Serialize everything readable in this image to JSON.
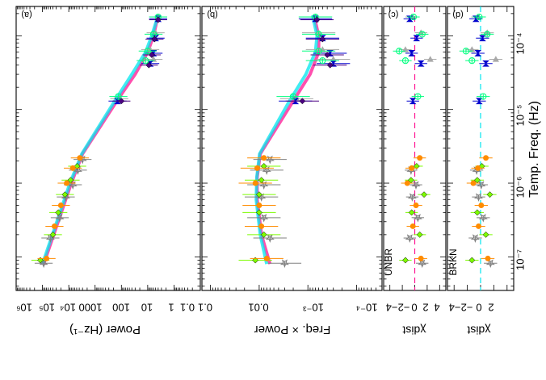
{
  "chart_data": [
    {
      "type": "scatter",
      "panel_label": "(a)",
      "ylabel": "Power (Hz⁻¹)",
      "xlabel": "Temp. Freq. (Hz)",
      "log_x": true,
      "log_y": true,
      "xlim": [
        3.5e-08,
        0.00025
      ],
      "ylim": [
        0.1,
        1000000
      ],
      "y_tick_labels": [
        "0.1",
        "1",
        "10",
        "100",
        "1000",
        "10⁴",
        "10⁵",
        "10⁶"
      ],
      "x_tick_labels": [
        "10⁻⁷",
        "10⁻⁶",
        "10⁻⁵",
        "10⁻⁴"
      ],
      "series": [
        {
          "color": "#808080",
          "marker": "star",
          "x": [
            8.2e-08,
            1.8e-07,
            3.4e-07,
            6.5e-07,
            9.5e-07,
            1.5e-06,
            2.1e-06
          ],
          "y": [
            90000,
            50000,
            22000,
            13000,
            7000,
            4500,
            3000
          ]
        },
        {
          "color": "#7cfc00",
          "marker": "diamond",
          "x": [
            9e-08,
            2e-07,
            4e-07,
            7e-07,
            1.1e-06,
            1.7e-06
          ],
          "y": [
            120000,
            40000,
            25000,
            14000,
            8500,
            4800
          ]
        },
        {
          "color": "#ff8c00",
          "marker": "circle",
          "x": [
            9.5e-08,
            2.6e-07,
            5e-07,
            1e-06,
            1.6e-06,
            2.2e-06
          ],
          "y": [
            70000,
            35000,
            20000,
            12000,
            7000,
            3800
          ]
        },
        {
          "color": "#a9a9a9",
          "marker": "triangle",
          "x": [
            1.4e-05,
            4.8e-05,
            6.5e-05,
            0.00011,
            0.00018
          ],
          "y": [
            120,
            6,
            8,
            5,
            4
          ]
        },
        {
          "color": "#0000cd",
          "marker": "bowtie",
          "x": [
            1.3e-05,
            4.2e-05,
            5.8e-05,
            9.3e-05,
            0.00017
          ],
          "y": [
            140,
            8,
            6,
            5,
            4
          ]
        },
        {
          "color": "#00ff7f",
          "marker": "circle-open",
          "x": [
            1.5e-05,
            4.6e-05,
            6.2e-05,
            0.000105,
            0.00018
          ],
          "y": [
            130,
            12,
            10,
            6,
            4
          ]
        },
        {
          "color": "#4b0082",
          "marker": "diamond",
          "x": [
            1.3e-05,
            4e-05,
            5.5e-05,
            9e-05,
            0.000165
          ],
          "y": [
            100,
            9,
            7,
            5.5,
            4
          ]
        }
      ],
      "models": [
        {
          "color": "#ff1493",
          "x": [
            8e-08,
            1e-06,
            2.5e-06,
            1.3e-05,
            3e-05,
            6e-05,
            0.0001,
            0.00019
          ],
          "y": [
            90000,
            8000,
            3000,
            150,
            30,
            10,
            6,
            4
          ]
        },
        {
          "color": "#00e5ee",
          "x": [
            8e-08,
            1e-06,
            2.5e-06,
            1.3e-05,
            3e-05,
            6e-05,
            0.0001,
            0.00019
          ],
          "y": [
            100000,
            9000,
            3200,
            180,
            40,
            12,
            7,
            4
          ]
        }
      ]
    },
    {
      "type": "scatter",
      "panel_label": "(b)",
      "ylabel": "Freq. × Power",
      "log_x": true,
      "log_y": true,
      "xlim": [
        3.5e-08,
        0.00025
      ],
      "ylim": [
        3e-05,
        0.15
      ],
      "y_tick_labels": [
        "10⁻⁴",
        "10⁻³",
        "0.01",
        "0.1"
      ],
      "series": [
        {
          "color": "#808080",
          "marker": "star",
          "x": [
            8.2e-08,
            1.8e-07,
            3.4e-07,
            6.5e-07,
            9.5e-07,
            1.5e-06,
            2.1e-06
          ],
          "y": [
            0.003,
            0.006,
            0.008,
            0.009,
            0.008,
            0.007,
            0.006
          ]
        },
        {
          "color": "#7cfc00",
          "marker": "diamond",
          "x": [
            9e-08,
            2e-07,
            4e-07,
            7e-07,
            1.1e-06,
            1.7e-06
          ],
          "y": [
            0.012,
            0.008,
            0.01,
            0.01,
            0.009,
            0.008
          ]
        },
        {
          "color": "#ff8c00",
          "marker": "circle",
          "x": [
            9.5e-08,
            2.6e-07,
            5e-07,
            1e-06,
            1.6e-06,
            2.2e-06
          ],
          "y": [
            0.007,
            0.009,
            0.01,
            0.012,
            0.011,
            0.008
          ]
        },
        {
          "color": "#a9a9a9",
          "marker": "triangle",
          "x": [
            1.4e-05,
            4.8e-05,
            6.5e-05,
            0.00011,
            0.00018
          ],
          "y": [
            0.0017,
            0.0003,
            0.0005,
            0.0006,
            0.0007
          ]
        },
        {
          "color": "#0000cd",
          "marker": "bowtie",
          "x": [
            1.3e-05,
            4.2e-05,
            5.8e-05,
            9.3e-05,
            0.00017
          ],
          "y": [
            0.0018,
            0.0003,
            0.00035,
            0.0005,
            0.0007
          ]
        },
        {
          "color": "#00ff7f",
          "marker": "circle-open",
          "x": [
            1.5e-05,
            4.6e-05,
            6.2e-05,
            0.000105,
            0.00018
          ],
          "y": [
            0.002,
            0.0005,
            0.0006,
            0.0006,
            0.0007
          ]
        },
        {
          "color": "#4b0082",
          "marker": "diamond",
          "x": [
            1.3e-05,
            4e-05,
            5.5e-05,
            9e-05,
            0.000165
          ],
          "y": [
            0.0013,
            0.00035,
            0.0004,
            0.0005,
            0.00065
          ]
        }
      ],
      "models": [
        {
          "color": "#ff1493",
          "x": [
            8e-08,
            2e-07,
            6e-07,
            1.2e-06,
            2.5e-06,
            1.3e-05,
            3e-05,
            6e-05,
            0.0001,
            0.00019
          ],
          "y": [
            0.006,
            0.009,
            0.011,
            0.011,
            0.0095,
            0.002,
            0.0009,
            0.0006,
            0.0006,
            0.00075
          ]
        },
        {
          "color": "#00e5ee",
          "x": [
            8e-08,
            2e-07,
            6e-07,
            1.2e-06,
            2.5e-06,
            1.3e-05,
            3e-05,
            6e-05,
            0.0001,
            0.00019
          ],
          "y": [
            0.007,
            0.0095,
            0.0115,
            0.0112,
            0.0098,
            0.0024,
            0.0011,
            0.0007,
            0.00065,
            0.0008
          ]
        }
      ]
    },
    {
      "type": "scatter",
      "panel_label": "(c)",
      "model_label": "UNBR",
      "ylabel": "χdist",
      "log_x": true,
      "xlim": [
        3.5e-08,
        0.00025
      ],
      "ylim": [
        -5,
        5
      ],
      "y_tick_labels": [
        "−4",
        "−2",
        "0",
        "2",
        "4"
      ],
      "reference_line": {
        "y": 0,
        "color": "#ff1493"
      },
      "series": [
        {
          "color": "#808080",
          "marker": "star",
          "x": [
            8.2e-08,
            1.8e-07,
            3.4e-07,
            6.5e-07,
            9.5e-07,
            1.5e-06
          ],
          "y": [
            -1.2,
            0.8,
            -0.5,
            0.4,
            -0.2,
            0.6
          ]
        },
        {
          "color": "#7cfc00",
          "marker": "diamond",
          "x": [
            9e-08,
            2e-07,
            4e-07,
            7e-07,
            1.1e-06,
            1.7e-06
          ],
          "y": [
            1.5,
            -0.8,
            0.5,
            -1.5,
            0.6,
            -0.3
          ]
        },
        {
          "color": "#ff8c00",
          "marker": "circle",
          "x": [
            9.5e-08,
            2.6e-07,
            5e-07,
            1e-06,
            1.6e-06,
            2.2e-06
          ],
          "y": [
            -1.0,
            0.3,
            -0.2,
            1.2,
            0.5,
            -0.8
          ]
        },
        {
          "color": "#a9a9a9",
          "marker": "triangle",
          "x": [
            4.8e-05,
            6.5e-05,
            0.00011,
            0.00018
          ],
          "y": [
            -2.5,
            1.5,
            -1.0,
            0.5
          ]
        },
        {
          "color": "#0000cd",
          "marker": "bowtie",
          "x": [
            1.3e-05,
            4.2e-05,
            5.8e-05,
            9.3e-05,
            0.00017
          ],
          "y": [
            0.3,
            -1.0,
            0.5,
            -0.3,
            0.8
          ]
        },
        {
          "color": "#00ff7f",
          "marker": "circle-open",
          "x": [
            1.5e-05,
            4.6e-05,
            6.2e-05,
            0.000105,
            0.00018
          ],
          "y": [
            -0.5,
            1.5,
            2.5,
            -1.2,
            0.2
          ]
        }
      ]
    },
    {
      "type": "scatter",
      "panel_label": "(d)",
      "model_label": "BRKN",
      "ylabel": "χdist",
      "log_x": true,
      "xlim": [
        3.5e-08,
        0.00025
      ],
      "ylim": [
        -5,
        5
      ],
      "y_tick_labels": [
        "−4",
        "−2",
        "0",
        "2"
      ],
      "reference_line": {
        "y": 0,
        "color": "#00e5ee"
      },
      "series": [
        {
          "color": "#808080",
          "marker": "star",
          "x": [
            8.2e-08,
            1.8e-07,
            3.4e-07,
            6.5e-07,
            9.5e-07,
            1.5e-06
          ],
          "y": [
            -1.5,
            0.8,
            -0.4,
            0.3,
            -0.1,
            0.6
          ]
        },
        {
          "color": "#7cfc00",
          "marker": "diamond",
          "x": [
            9e-08,
            2e-07,
            4e-07,
            7e-07,
            1.1e-06,
            1.7e-06
          ],
          "y": [
            1.3,
            -0.8,
            0.5,
            -1.4,
            0.5,
            -0.2
          ]
        },
        {
          "color": "#ff8c00",
          "marker": "circle",
          "x": [
            9.5e-08,
            2.6e-07,
            5e-07,
            1e-06,
            1.6e-06,
            2.2e-06
          ],
          "y": [
            -1.1,
            0.3,
            -0.1,
            1.1,
            0.4,
            -0.8
          ]
        },
        {
          "color": "#a9a9a9",
          "marker": "triangle",
          "x": [
            4.8e-05,
            6.5e-05,
            0.00011,
            0.00018
          ],
          "y": [
            -2.3,
            1.3,
            -1.0,
            0.4
          ]
        },
        {
          "color": "#0000cd",
          "marker": "bowtie",
          "x": [
            1.3e-05,
            4.2e-05,
            5.8e-05,
            9.3e-05,
            0.00017
          ],
          "y": [
            0.2,
            -0.8,
            0.4,
            -0.3,
            0.7
          ]
        },
        {
          "color": "#00ff7f",
          "marker": "circle-open",
          "x": [
            1.5e-05,
            4.6e-05,
            6.2e-05,
            0.000105,
            0.00018
          ],
          "y": [
            -0.4,
            1.3,
            2.2,
            -1.0,
            0.2
          ]
        }
      ]
    }
  ]
}
